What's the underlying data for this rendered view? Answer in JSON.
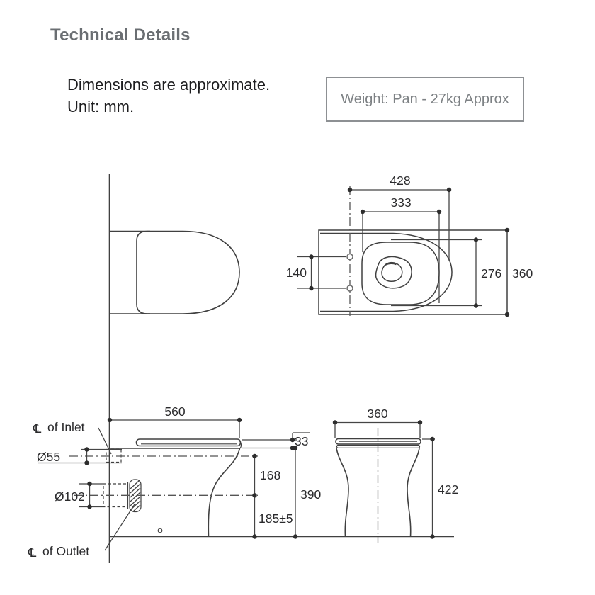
{
  "header": {
    "title": "Technical Details",
    "note_line1": "Dimensions are approximate.",
    "note_line2": "Unit: mm.",
    "weight_note": "Weight: Pan - 27kg Approx"
  },
  "top_view": {
    "dim_428": "428",
    "dim_333": "333",
    "dim_140": "140",
    "dim_276": "276",
    "dim_360": "360"
  },
  "side_view": {
    "dim_560": "560",
    "dim_33": "33",
    "dim_168": "168",
    "dim_390": "390",
    "dim_185": "185±5",
    "inlet_dia": "Ø55",
    "outlet_dia": "Ø102",
    "centerline_symbol": "℄",
    "inlet_label": "of Inlet",
    "outlet_label": "of Outlet"
  },
  "front_view": {
    "dim_360": "360",
    "dim_422": "422"
  },
  "colors": {
    "line": "#404040",
    "title_gray": "#6a6e72",
    "box_border": "#8d9093",
    "box_text": "#7d8184",
    "body_text": "#1d1d1f"
  }
}
